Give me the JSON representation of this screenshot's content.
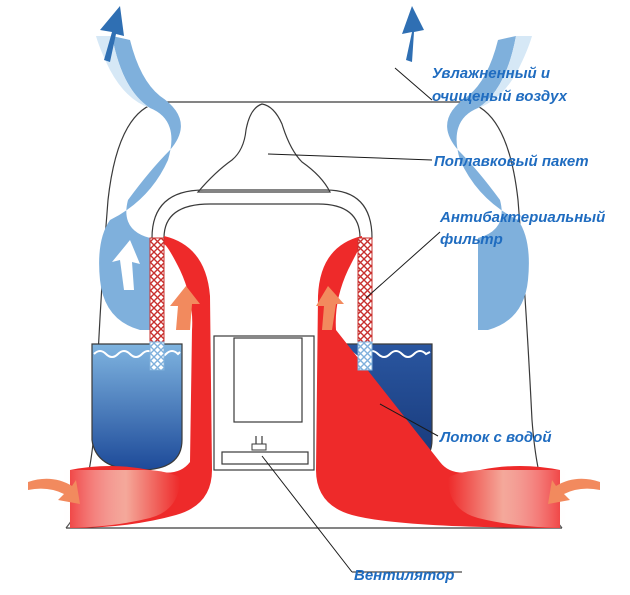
{
  "labels": {
    "air_out_line1": "Увлажненный и",
    "air_out_line2": "очищеный воздух",
    "float_pack": "Поплавковый пакет",
    "filter_line1": "Антибактериальный",
    "filter_line2": "фильтр",
    "water_tray": "Лоток с водой",
    "fan": "Вентилятор"
  },
  "colors": {
    "label_text": "#1f6cc0",
    "leader_line": "#1a1a1a",
    "outline": "#3a3a3a",
    "warm_air": "#ee2a2a",
    "warm_air_fade": "#f29a80",
    "humid_air": "#7fb0dc",
    "humid_air_light": "#cfe3f3",
    "water_light": "#5a9ad2",
    "water_dark": "#1d3f86",
    "filter_mesh": "#c8302e"
  },
  "icons": {
    "in_arrow": "orange-inflow-arrow",
    "out_arrow": "blue-outflow-arrow",
    "flow_arrow": "white-flow-arrow"
  }
}
